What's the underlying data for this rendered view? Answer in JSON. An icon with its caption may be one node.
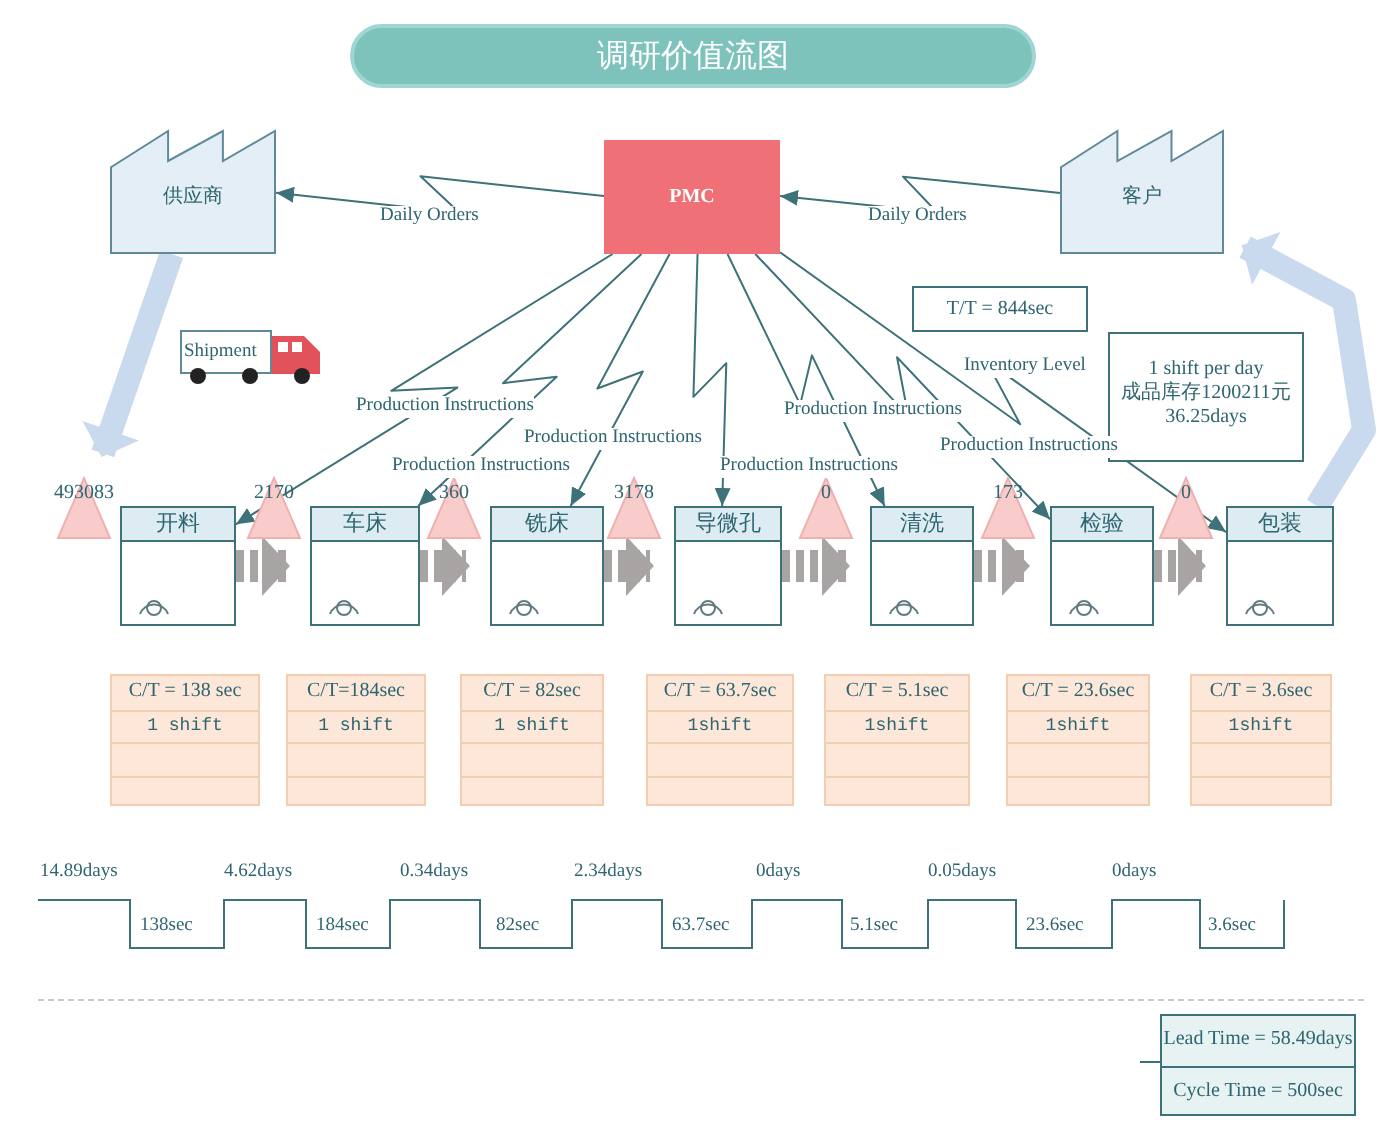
{
  "diagram": {
    "title": "调研价值流图",
    "nodes": [
      {
        "text": [
          "供应商"
        ]
      },
      {
        "text": [
          "PMC"
        ]
      },
      {
        "text": [
          "客户"
        ]
      },
      {
        "text": [
          "Shipment"
        ]
      },
      {
        "text": [
          "T/T = 844sec"
        ]
      },
      {
        "text": [
          "1 shift per day 成品库存1200211元 36.25days"
        ]
      },
      {
        "text": [
          "开料"
        ]
      },
      {
        "text": [
          "车床"
        ]
      },
      {
        "text": [
          "铣床"
        ]
      },
      {
        "text": [
          "导微孔"
        ]
      },
      {
        "text": [
          "清洗"
        ]
      },
      {
        "text": [
          "检验"
        ]
      },
      {
        "text": [
          "包装"
        ]
      },
      {
        "text": [
          "493083"
        ]
      },
      {
        "text": [
          "2170"
        ]
      },
      {
        "text": [
          "360"
        ]
      },
      {
        "text": [
          "3178"
        ]
      },
      {
        "text": [
          "0"
        ]
      },
      {
        "text": [
          "173"
        ]
      },
      {
        "text": [
          "0"
        ]
      },
      {
        "text": [
          "C/T = 138 sec",
          "1 shift"
        ]
      },
      {
        "text": [
          "C/T=184sec",
          "1 shift"
        ]
      },
      {
        "text": [
          "C/T = 82sec",
          "1 shift"
        ]
      },
      {
        "text": [
          "C/T = 63.7sec",
          "1shift"
        ]
      },
      {
        "text": [
          "C/T = 5.1sec",
          "1shift"
        ]
      },
      {
        "text": [
          "C/T = 23.6sec",
          "1shift"
        ]
      },
      {
        "text": [
          "C/T = 3.6sec",
          "1shift"
        ]
      },
      {
        "text": [
          "Lead Time = 58.49days",
          "Cycle Time = 500sec"
        ]
      }
    ],
    "edges": [
      {
        "from": 1,
        "to": 0,
        "arrow": "to",
        "label": "Daily Orders"
      },
      {
        "from": 2,
        "to": 1,
        "arrow": "to",
        "label": "Daily Orders"
      },
      {
        "from": 0,
        "to": 13,
        "arrow": "to",
        "style": "thick",
        "color": "#c9d9ee"
      },
      {
        "from": 12,
        "to": 2,
        "arrow": "to",
        "style": "thick",
        "color": "#c9d9ee"
      },
      {
        "from": 1,
        "to": 6,
        "arrow": "to",
        "label": "Production Instructions"
      },
      {
        "from": 1,
        "to": 7,
        "arrow": "to",
        "label": "Production Instructions"
      },
      {
        "from": 1,
        "to": 8,
        "arrow": "to",
        "label": "Production Instructions"
      },
      {
        "from": 1,
        "to": 9,
        "arrow": "to",
        "label": "Production Instructions"
      },
      {
        "from": 1,
        "to": 10,
        "arrow": "to",
        "label": "Production Instructions"
      },
      {
        "from": 1,
        "to": 11,
        "arrow": "to",
        "label": "Production Instructions"
      },
      {
        "from": 1,
        "to": 12,
        "arrow": "to",
        "label": "Inventory Level"
      },
      {
        "from": 6,
        "to": 7,
        "arrow": "to",
        "style": "dashed",
        "color": "#a8a4a4"
      },
      {
        "from": 7,
        "to": 8,
        "arrow": "to",
        "style": "dashed",
        "color": "#a8a4a4"
      },
      {
        "from": 8,
        "to": 9,
        "arrow": "to",
        "style": "dashed",
        "color": "#a8a4a4"
      },
      {
        "from": 9,
        "to": 10,
        "arrow": "to",
        "style": "dashed",
        "color": "#a8a4a4"
      },
      {
        "from": 10,
        "to": 11,
        "arrow": "to",
        "style": "dashed",
        "color": "#a8a4a4"
      },
      {
        "from": 11,
        "to": 12,
        "arrow": "to",
        "style": "dashed",
        "color": "#a8a4a4"
      }
    ],
    "labels": [
      "14.89days",
      "4.62days",
      "0.34days",
      "2.34days",
      "0days",
      "0.05days",
      "0days",
      "138sec",
      "184sec",
      "82sec",
      "63.7sec",
      "5.1sec",
      "23.6sec",
      "3.6sec"
    ]
  }
}
